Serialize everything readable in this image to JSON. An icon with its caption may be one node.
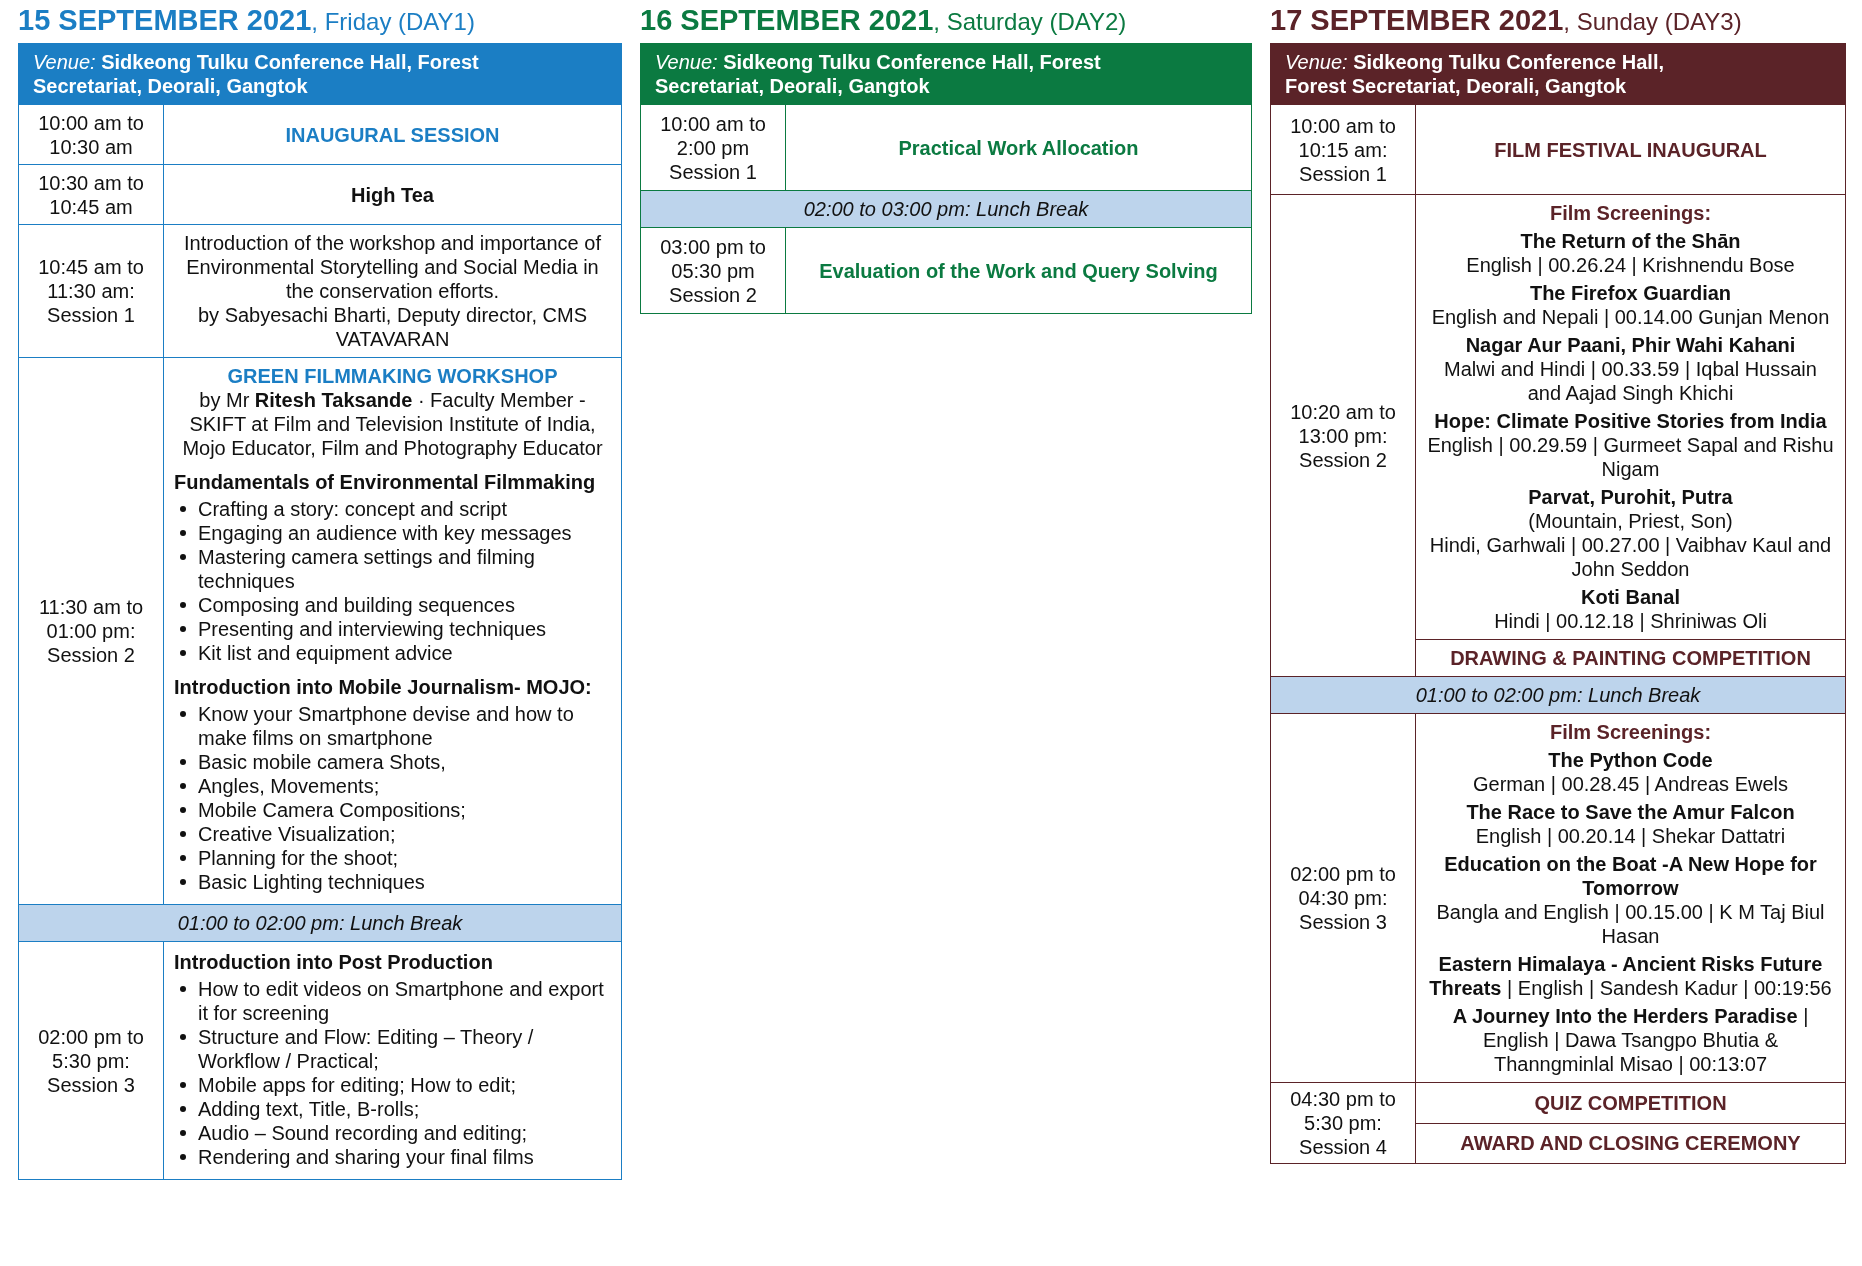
{
  "diagram": {
    "labels": [
      "**15 SEPTEMBER 2021**, Friday (DAY1)",
      "*Venue:* **Sidkeong Tulku Conference Hall, Forest Secretariat, Deorali, Gangtok**",
      "10:00 am to 10:30 am",
      "INAUGURAL SESSION",
      "10:30 am to 10:45 am",
      "High Tea",
      "10:45 am to 11:30 am: Session 1",
      "Introduction of the workshop and importance of Environmental Storytelling and Social Media in the conservation efforts.",
      "by Sabyesachi Bharti, Deputy director, CMS VATAVARAN",
      "11:30 am to 01:00 pm: Session 2",
      "GREEN FILMMAKING WORKSHOP",
      "by Mr **Ritesh Taksande** · Faculty Member - SKIFT at Film and Television Institute of India, Mojo Educator, Film and Photography Educator",
      "Fundamentals of Environmental Filmmaking",
      "Crafting a story: concept and script",
      "Engaging an audience with key messages",
      "Mastering camera settings and filming techniques",
      "Composing and building sequences",
      "Presenting and interviewing techniques",
      "Kit list and equipment advice",
      "Introduction into Mobile Journalism- MOJO:",
      "Know your Smartphone devise and how to make films on smartphone",
      "Basic mobile camera Shots,",
      "Angles, Movements;",
      "Mobile Camera Compositions;",
      "Creative Visualization;",
      "Planning for the shoot;",
      "Basic Lighting techniques",
      "01:00 to 02:00 pm: Lunch Break",
      "02:00 pm to 5:30 pm: Session 3",
      "Introduction into Post Production",
      "How to edit videos on Smartphone and export it for screening",
      "Structure and Flow: Editing – Theory / Workflow / Practical;",
      "Mobile apps for editing; How to edit;",
      "Adding text, Title, B-rolls;",
      "Audio – Sound recording and editing;",
      "Rendering and sharing your final films",
      "**16 SEPTEMBER 2021**, Saturday (DAY2)",
      "*Venue:* **Sidkeong Tulku Conference Hall, Forest Secretariat, Deorali, Gangtok**",
      "10:00 am to 2:00 pm Session 1",
      "Practical Work Allocation",
      "02:00 to 03:00 pm: Lunch Break",
      "03:00 pm to 05:30 pm Session 2",
      "Evaluation of the Work and Query Solving",
      "**17 SEPTEMBER 2021**, Sunday (DAY3)",
      "*Venue:* **Sidkeong Tulku Conference Hall, Forest Secretariat, Deorali, Gangtok**",
      "10:00 am to 10:15 am: Session 1",
      "FILM FESTIVAL INAUGURAL",
      "10:20 am to 13:00 pm: Session 2",
      "Film Screenings:",
      "The Return of the Shān",
      "English | 00.26.24 | Krishnendu Bose",
      "The Firefox Guardian",
      "English and Nepali | 00.14.00 Gunjan Menon",
      "Nagar Aur Paani, Phir Wahi Kahani",
      "Malwi and Hindi | 00.33.59 | Iqbal Hussain and Aajad Singh Khichi",
      "Hope: Climate Positive Stories from India",
      "English | 00.29.59 | Gurmeet Sapal and Rishu Nigam",
      "Parvat, Purohit, Putra",
      "(Mountain, Priest, Son)",
      "Hindi, Garhwali | 00.27.00 | Vaibhav Kaul and John Seddon",
      "Koti Banal",
      "Hindi | 00.12.18 | Shriniwas Oli",
      "DRAWING & PAINTING COMPETITION",
      "01:00 to 02:00 pm: Lunch Break",
      "02:00 pm to 04:30 pm: Session 3",
      "Film Screenings:",
      "The Python Code",
      "German | 00.28.45 | Andreas Ewels",
      "The Race to Save the Amur Falcon",
      "English | 00.20.14 | Shekar Dattatri",
      "Education on the Boat -A New Hope for Tomorrow",
      "Bangla and English | 00.15.00 | K M Taj Biul Hasan",
      "**Eastern Himalaya - Ancient Risks Future Threats** | English | Sandesh Kadur | 00:19:56",
      "**A Journey Into the Herders Paradise** | English | Dawa Tsangpo Bhutia & Thanngminlal Misao | 00:13:07",
      "04:30 pm to 5:30 pm: Session 4",
      "QUIZ COMPETITION",
      "AWARD AND CLOSING CEREMONY"
    ]
  }
}
